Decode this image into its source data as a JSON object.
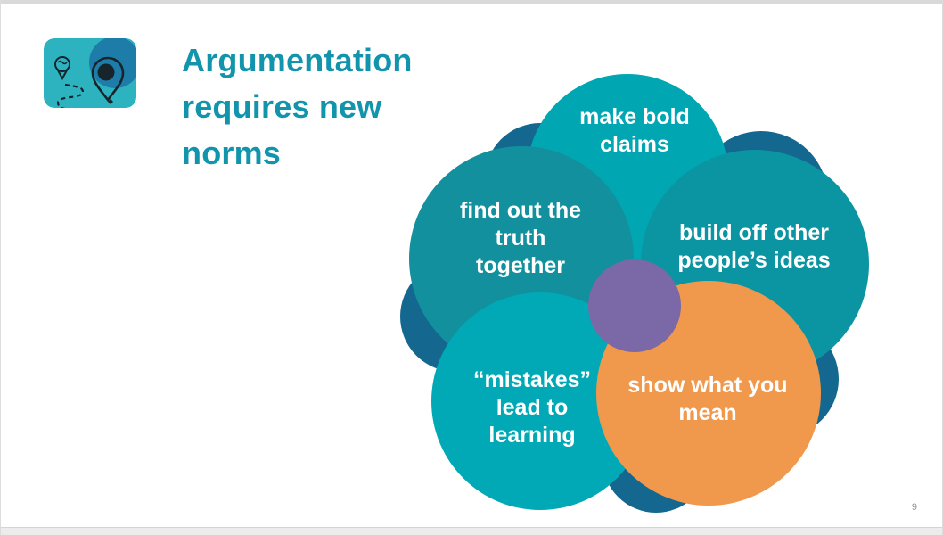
{
  "slide": {
    "title": "Argumentation requires new norms",
    "page_number": "9"
  },
  "icons": {
    "logo": "map-journey-pin-icon"
  },
  "colors": {
    "title_text": "#1295ac",
    "icon_bg": "#2db3c0",
    "icon_circle": "#1e7da8",
    "icon_doodle": "#17242c",
    "petal_text": "#ffffff"
  },
  "diagram": {
    "background_blob": {
      "color": "#14678f"
    },
    "center_circle": {
      "color": "#7b68a6"
    },
    "petals": [
      {
        "id": "top",
        "label": "make bold\nclaims",
        "color": "#00a6b2"
      },
      {
        "id": "left",
        "label": "find out the\ntruth\ntogether",
        "color": "#12909e"
      },
      {
        "id": "right",
        "label": "build off other\npeople’s ideas",
        "color": "#0b94a2"
      },
      {
        "id": "bottom-left",
        "label": "“mistakes”\nlead to\nlearning",
        "color": "#00a9b5"
      },
      {
        "id": "bottom-right",
        "label": "show what you\nmean",
        "color": "#f0984c"
      }
    ]
  }
}
